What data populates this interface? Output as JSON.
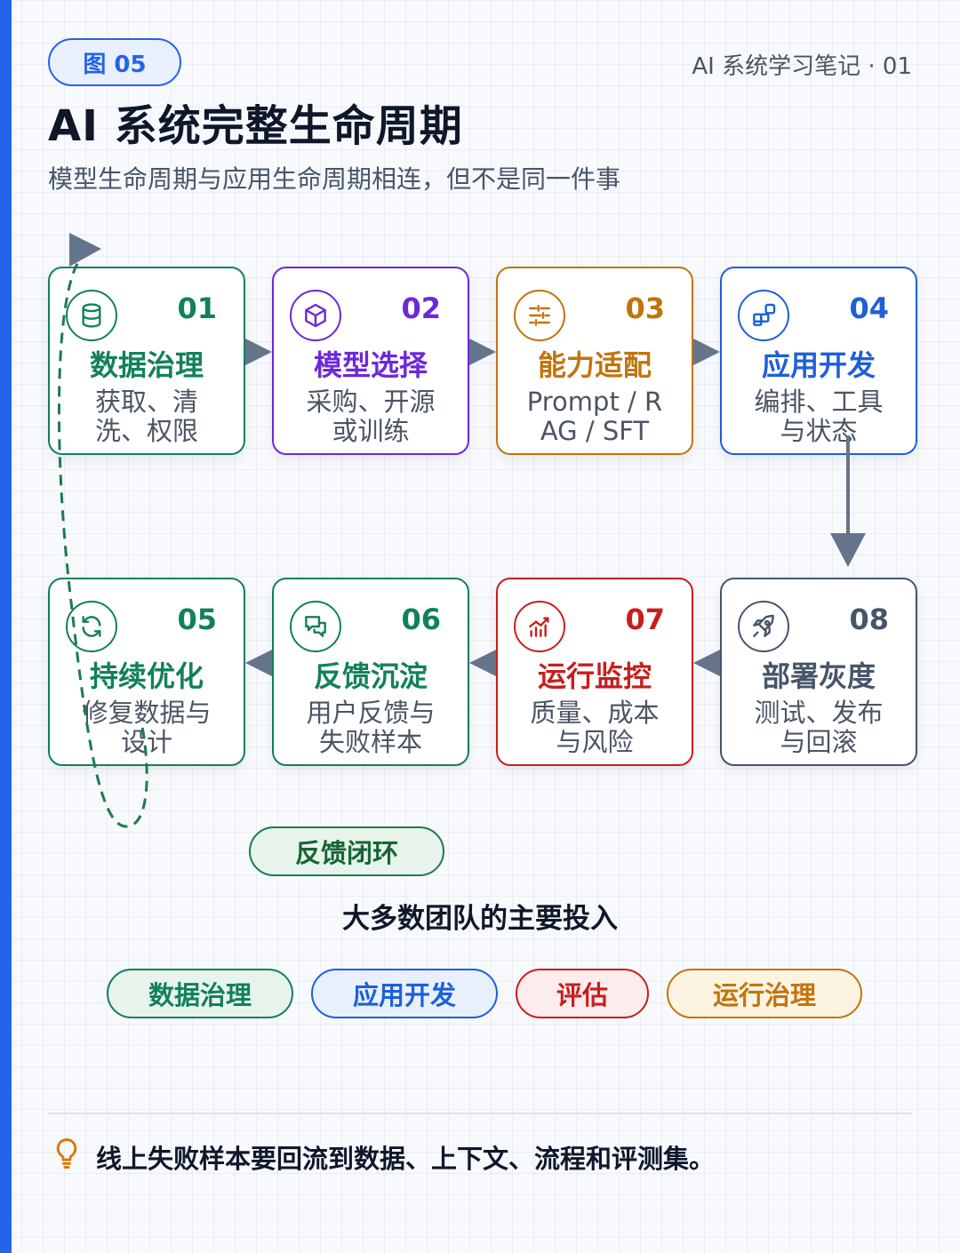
{
  "header": {
    "figure_label": "图 05",
    "series": "AI 系统学习笔记 · 01",
    "title": "AI 系统完整生命周期",
    "subtitle": "模型生命周期与应用生命周期相连，但不是同一件事"
  },
  "stages": [
    {
      "num": "01",
      "title": "数据治理",
      "desc": "获取、清洗、权限",
      "color": "#12805c",
      "icon": "database-icon"
    },
    {
      "num": "02",
      "title": "模型选择",
      "desc": "采购、开源或训练",
      "color": "#6d28d9",
      "icon": "cube-icon"
    },
    {
      "num": "03",
      "title": "能力适配",
      "desc": "Prompt / RAG / SFT",
      "color": "#c2740c",
      "icon": "sliders-icon"
    },
    {
      "num": "04",
      "title": "应用开发",
      "desc": "编排、工具与状态",
      "color": "#1d60d8",
      "icon": "apps-grid-icon"
    },
    {
      "num": "05",
      "title": "持续优化",
      "desc": "修复数据与设计",
      "color": "#12805c",
      "icon": "refresh-icon"
    },
    {
      "num": "06",
      "title": "反馈沉淀",
      "desc": "用户反馈与失败样本",
      "color": "#12805c",
      "icon": "chat-bubbles-icon"
    },
    {
      "num": "07",
      "title": "运行监控",
      "desc": "质量、成本与风险",
      "color": "#c81e1e",
      "icon": "chart-trend-icon"
    },
    {
      "num": "08",
      "title": "部署灰度",
      "desc": "测试、发布与回滚",
      "color": "#475569",
      "icon": "rocket-icon"
    }
  ],
  "loop_label": "反馈闭环",
  "focus": {
    "title": "大多数团队的主要投入",
    "tags": [
      {
        "label": "数据治理",
        "color": "#12805c",
        "bg": "#e6f4ec"
      },
      {
        "label": "应用开发",
        "color": "#1d60d8",
        "bg": "#e8f0fe"
      },
      {
        "label": "评估",
        "color": "#c81e1e",
        "bg": "#fdecec"
      },
      {
        "label": "运行治理",
        "color": "#c2740c",
        "bg": "#fdf3e1"
      }
    ]
  },
  "tip": {
    "icon": "lightbulb-icon",
    "text": "线上失败样本要回流到数据、上下文、流程和评测集。",
    "color": "#d97706"
  },
  "colors": {
    "accent": "#2563eb",
    "arrow": "#64748b",
    "loop": "#1e7a4f"
  }
}
